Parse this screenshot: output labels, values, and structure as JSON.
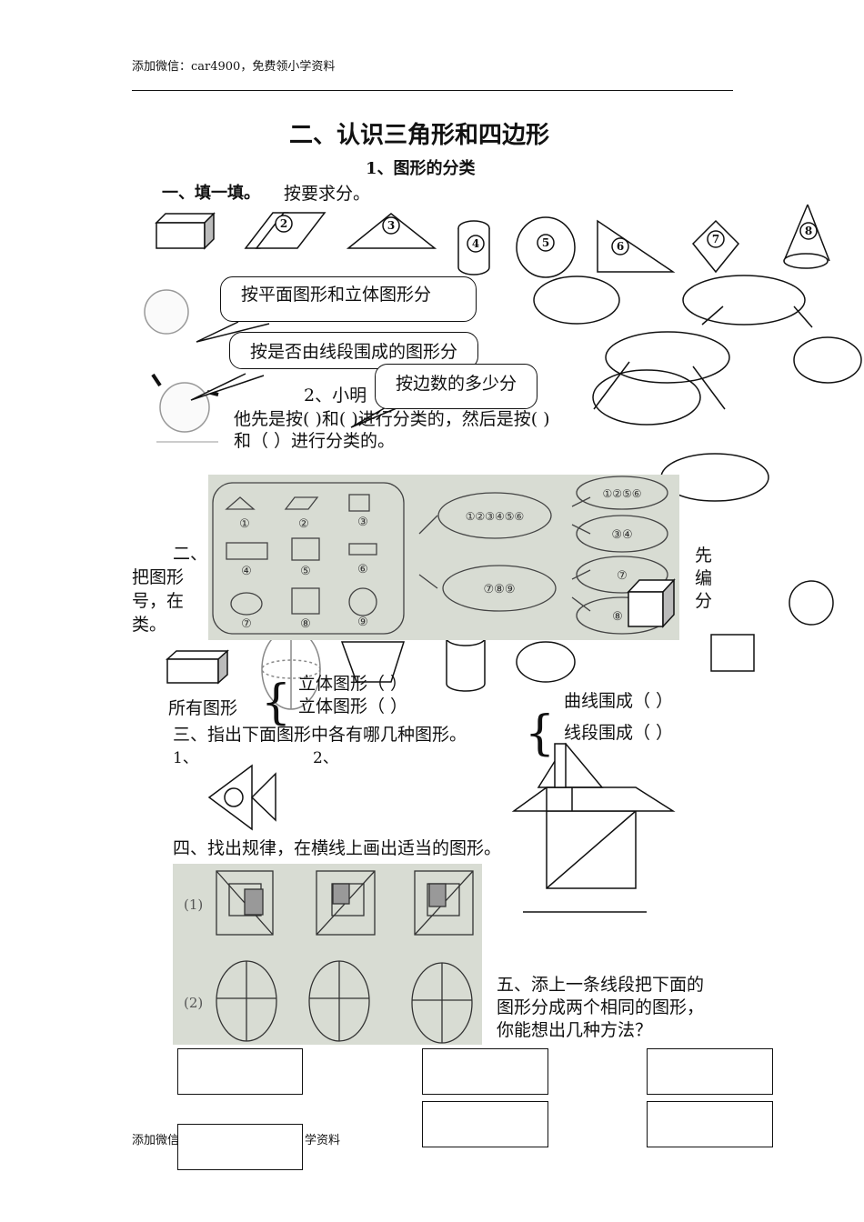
{
  "header": {
    "watermark": "添加微信：car4900，免费领小学资料"
  },
  "title": "二、认识三角形和四边形",
  "subtitle": "1、图形的分类",
  "section1": {
    "heading": "一、填一填。",
    "q1_text": "按要求分。",
    "shape_numbers": [
      "2",
      "3",
      "4",
      "5",
      "6",
      "7",
      "8"
    ],
    "bubbles": [
      "按平面图形和立体图形分",
      "按是否由线段围成的图形分",
      "按边数的多少分"
    ],
    "q2_line1": "2、小明",
    "q2_line2": "他先是按(        )和(        )进行分类的，然后是按(      )",
    "q2_line3": "和（    ）进行分类的。"
  },
  "section2": {
    "heading": "二、",
    "left_text": [
      "把图形",
      "号，在",
      "类。"
    ],
    "right_text": [
      "先",
      "编",
      "分"
    ],
    "photo_numbers": [
      "①",
      "②",
      "③",
      "④",
      "⑤",
      "⑥",
      "⑦",
      "⑧",
      "⑨"
    ],
    "group_a": "①②③④⑤⑥",
    "group_b": "⑦⑧⑨",
    "sub_groups": [
      "①②⑤⑥",
      "③④",
      "⑦",
      "⑧"
    ],
    "all_shapes": "所有图形",
    "solid1": "立体图形（        ）",
    "solid2": "立体图形（        ）",
    "curve": "曲线围成（        ）",
    "segment": "线段围成（        ）"
  },
  "section3": {
    "heading": "三、指出下面图形中各有哪几种图形。",
    "item1": "1、",
    "item2": "2、"
  },
  "section4": {
    "heading": "四、找出规律，在横线上画出适当的图形。",
    "row_labels": [
      "(1)",
      "(2)"
    ]
  },
  "section5": {
    "lines": [
      "五、添上一条线段把下面的",
      "图形分成两个相同的图形，",
      "你能想出几种方法？"
    ]
  },
  "footer": {
    "left": "添加微信",
    "right": "学资料"
  }
}
